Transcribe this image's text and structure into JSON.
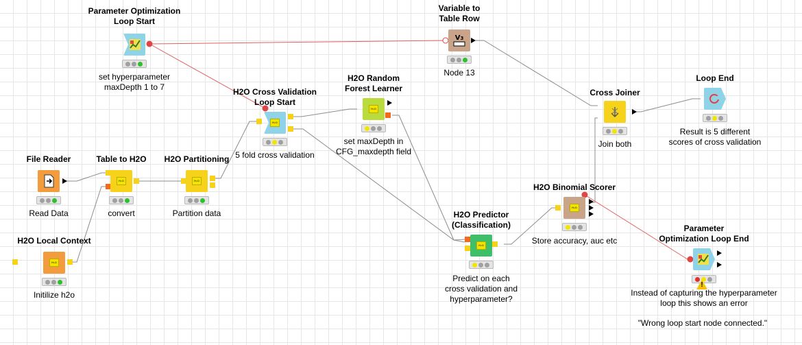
{
  "workflow": {
    "colors": {
      "source_orange": "#f39c3d",
      "manipulator_yellow": "#f6d21b",
      "loop_blue": "#8fd3e8",
      "learner_green": "#b9dc3c",
      "predictor_green": "#3fbf6a",
      "scorer_tan": "#c9a489",
      "variable_tan": "#c9a489",
      "port_orange": "#f26b1d",
      "port_yellow": "#f6d21b",
      "variable_port_red": "#e04545",
      "data_link_gray": "#8c8c8c",
      "variable_link_red": "#e06060"
    },
    "nodes": [
      {
        "key": "param_opt_start",
        "title": "Parameter Optimization\nLoop Start",
        "caption": "set hyperparameter\nmaxDepth 1 to 7",
        "icon": "line-chart-icon",
        "status": [
          "gray",
          "gray",
          "green"
        ]
      },
      {
        "key": "var_to_row",
        "title": "Variable to\nTable Row",
        "caption": "Node 13",
        "icon": "variable-table-icon",
        "status": [
          "gray",
          "gray",
          "green"
        ]
      },
      {
        "key": "cv_loop_start",
        "title": "H2O Cross Validation\nLoop Start",
        "caption": "5 fold cross validation",
        "icon": "h2o-icon",
        "status": [
          "gray",
          "yellow",
          "gray"
        ]
      },
      {
        "key": "rf_learner",
        "title": "H2O Random\nForest Learner",
        "caption": "set maxDepth in\nCFG_maxdepth field",
        "icon": "h2o-icon",
        "status": [
          "yellow",
          "gray",
          "gray"
        ]
      },
      {
        "key": "file_reader",
        "title": "File Reader",
        "caption": "Read Data",
        "icon": "file-arrow-icon",
        "status": [
          "gray",
          "gray",
          "green"
        ]
      },
      {
        "key": "table_to_h2o",
        "title": "Table to H2O",
        "caption": "convert",
        "icon": "h2o-icon",
        "status": [
          "gray",
          "gray",
          "green"
        ]
      },
      {
        "key": "partitioning",
        "title": "H2O Partitioning",
        "caption": "Partition data",
        "icon": "h2o-icon",
        "status": [
          "gray",
          "gray",
          "green"
        ]
      },
      {
        "key": "local_context",
        "title": "H2O Local Context",
        "caption": "Initilize h2o",
        "icon": "h2o-icon",
        "status": [
          "gray",
          "gray",
          "green"
        ]
      },
      {
        "key": "cross_joiner",
        "title": "Cross Joiner",
        "caption": "Join both",
        "icon": "cross-join-icon",
        "status": [
          "gray",
          "yellow",
          "gray"
        ]
      },
      {
        "key": "loop_end",
        "title": "Loop End",
        "caption": "Result is 5 different\nscores of cross validation",
        "icon": "loop-end-icon",
        "status": [
          "gray",
          "yellow",
          "gray"
        ]
      },
      {
        "key": "binomial_scorer",
        "title": "H2O Binomial Scorer",
        "caption": "Store accuracy, auc etc",
        "icon": "h2o-icon",
        "status": [
          "yellow",
          "gray",
          "gray"
        ]
      },
      {
        "key": "predictor",
        "title": "H2O Predictor\n(Classification)",
        "caption": "Predict on each\ncross validation and\nhyperparameter?",
        "icon": "h2o-icon",
        "status": [
          "yellow",
          "gray",
          "gray"
        ]
      },
      {
        "key": "param_opt_end",
        "title": "Parameter\nOptimization Loop End",
        "caption": "Instead of capturing the hyperparameter\nloop this shows an error",
        "icon": "line-chart-icon",
        "status": [
          "red",
          "yellow",
          "gray"
        ],
        "warning": true
      }
    ],
    "error_note": "\"Wrong loop start node connected.\""
  }
}
